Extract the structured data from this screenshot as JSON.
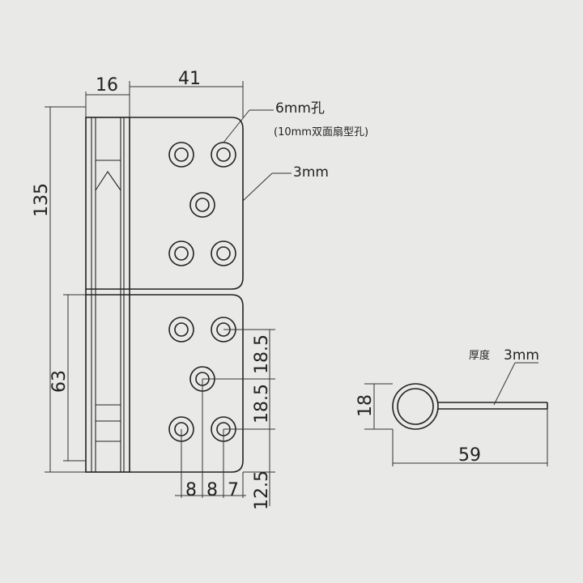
{
  "colors": {
    "background": "#e9e9e7",
    "stroke": "#222222"
  },
  "dimensions": {
    "width_16": "16",
    "width_41": "41",
    "height_135": "135",
    "height_63": "63",
    "spacing_18_5_top": "18.5",
    "spacing_18_5_bottom": "18.5",
    "spacing_12_5": "12.5",
    "spacing_8_left": "8",
    "spacing_8_mid": "8",
    "spacing_7": "7",
    "profile_height_18": "18",
    "profile_length_59": "59"
  },
  "callouts": {
    "hole_size": "6mm孔",
    "hole_note": "(10mm双面扇型孔)",
    "plate_thickness": "3mm",
    "thickness_label": "厚度",
    "thickness_value": "3mm"
  }
}
